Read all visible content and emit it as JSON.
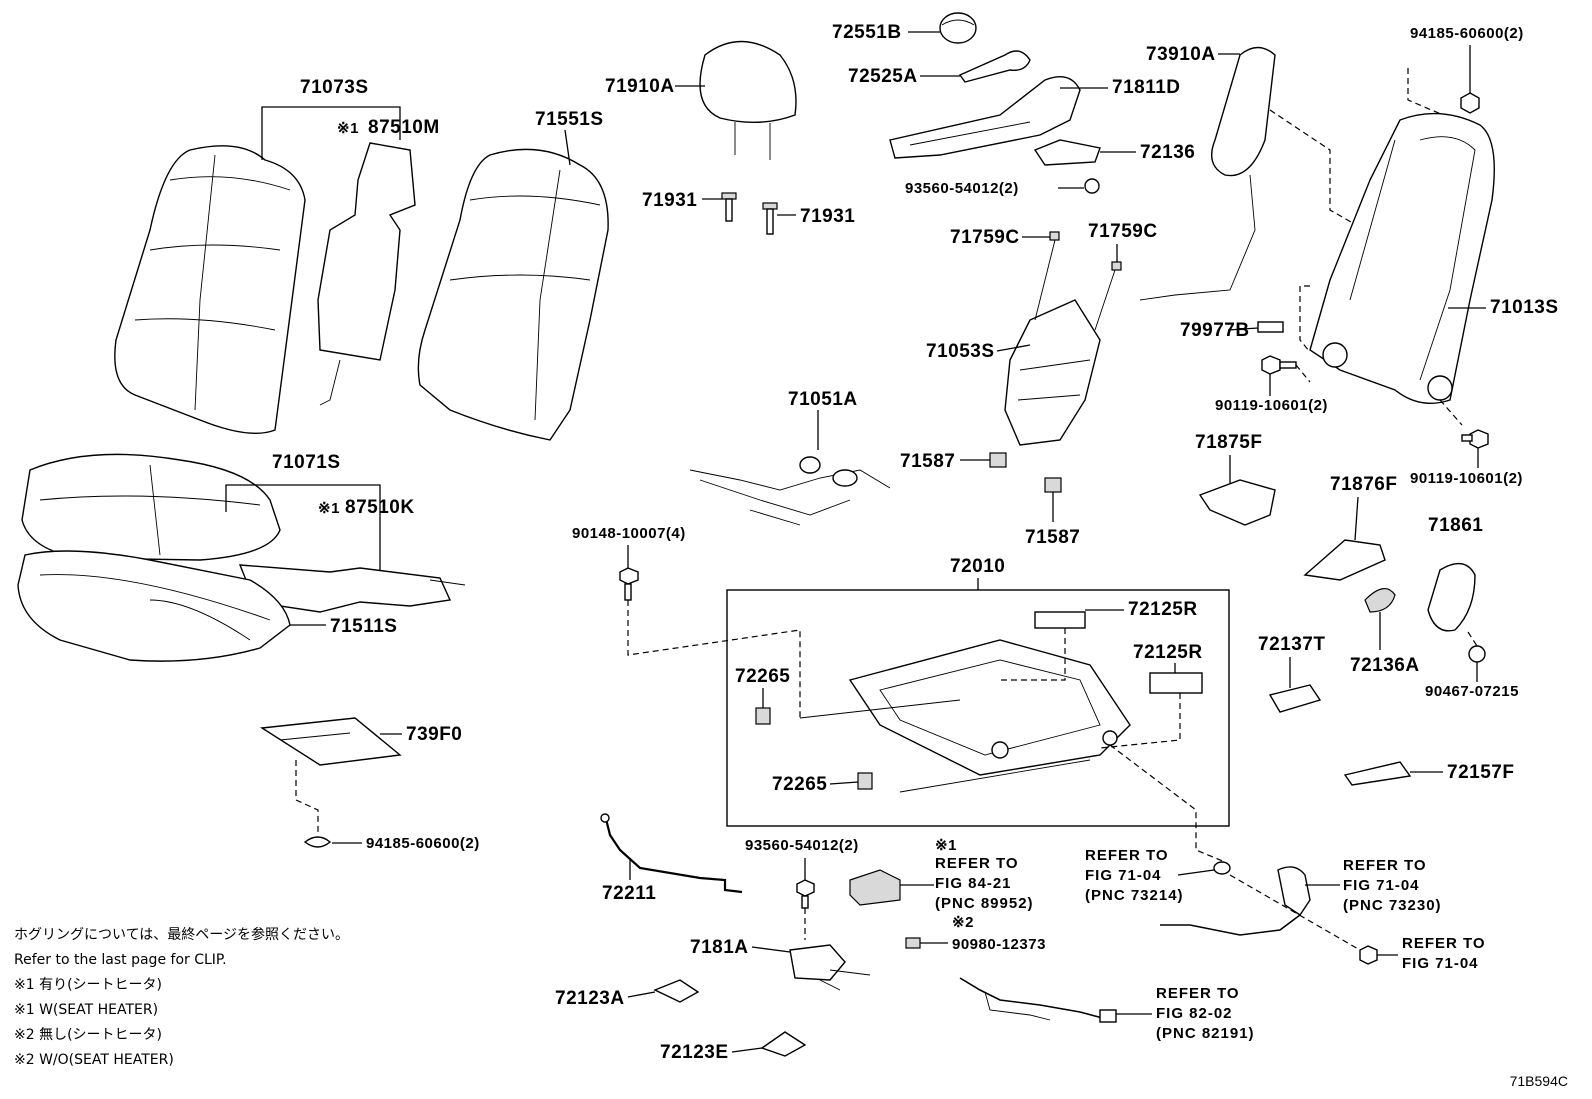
{
  "labels": {
    "p71073S": "71073S",
    "p87510M": "87510M",
    "p71551S": "71551S",
    "p71071S": "71071S",
    "p87510K": "87510K",
    "p71511S": "71511S",
    "p739F0": "739F0",
    "p94185_bl": "94185-60600(2)",
    "p71910A": "71910A",
    "p71931a": "71931",
    "p71931b": "71931",
    "p72551B": "72551B",
    "p72525A": "72525A",
    "p71811D": "71811D",
    "p72136": "72136",
    "p93560_top": "93560-54012(2)",
    "p71759C_l": "71759C",
    "p71759C_r": "71759C",
    "p71053S": "71053S",
    "p71587a": "71587",
    "p71587b": "71587",
    "p71051A": "71051A",
    "p73910A": "73910A",
    "p94185_tr": "94185-60600(2)",
    "p71013S": "71013S",
    "p79977B": "79977B",
    "p90119a": "90119-10601(2)",
    "p90119b": "90119-10601(2)",
    "p71875F": "71875F",
    "p71876F": "71876F",
    "p71861": "71861",
    "p72137T": "72137T",
    "p72136A": "72136A",
    "p90467": "90467-07215",
    "p72157F": "72157F",
    "p90148": "90148-10007(4)",
    "p72010": "72010",
    "p72125R_a": "72125R",
    "p72125R_b": "72125R",
    "p72265a": "72265",
    "p72265b": "72265",
    "p72211": "72211",
    "p93560_bot": "93560-54012(2)",
    "p7181A": "7181A",
    "p72123A": "72123A",
    "p72123E": "72123E",
    "p90980": "90980-12373"
  },
  "marks": {
    "note1": "※1",
    "note2": "※2"
  },
  "refs": {
    "r84_1": "REFER TO",
    "r84_2": "FIG 84-21",
    "r84_3": "(PNC 89952)",
    "r71a_1": "REFER TO",
    "r71a_2": "FIG 71-04",
    "r71a_3": "(PNC 73214)",
    "r71b_1": "REFER TO",
    "r71b_2": "FIG 71-04",
    "r71b_3": "(PNC 73230)",
    "r71c_1": "REFER TO",
    "r71c_2": "FIG 71-04",
    "r82_1": "REFER TO",
    "r82_2": "FIG 82-02",
    "r82_3": "(PNC 82191)"
  },
  "notes": [
    "ホグリングについては、最終ページを参照ください。",
    "Refer to the last page for CLIP.",
    "※1 有り(シートヒータ)",
    "※1 W(SEAT HEATER)",
    "※2 無し(シートヒータ)",
    "※2 W/O(SEAT HEATER)"
  ],
  "figure_code": "71B594C"
}
